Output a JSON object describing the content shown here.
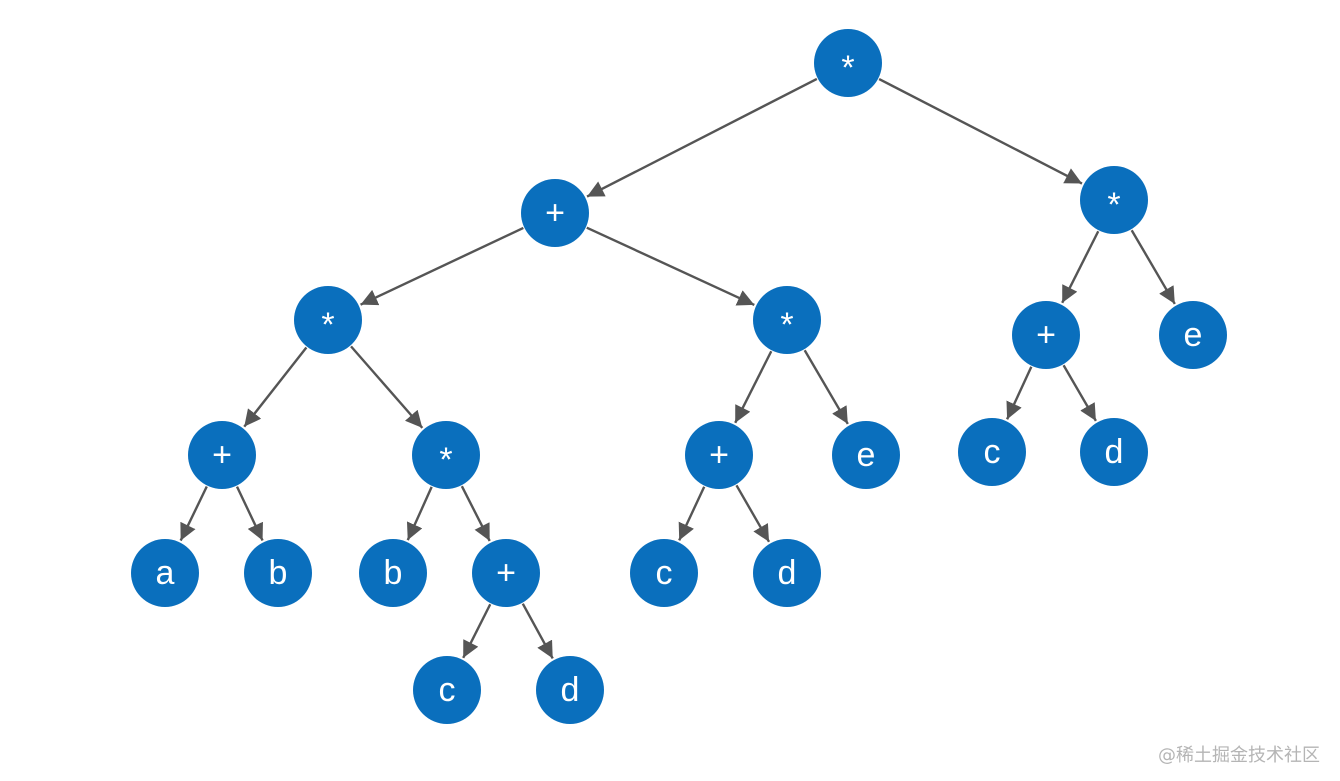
{
  "colors": {
    "node_fill": "#0a6fbd",
    "edge": "#555555",
    "label": "#ffffff"
  },
  "tree": {
    "label": "*",
    "children": [
      {
        "label": "+",
        "children": [
          {
            "label": "*",
            "children": [
              {
                "label": "+",
                "children": [
                  {
                    "label": "a"
                  },
                  {
                    "label": "b"
                  }
                ]
              },
              {
                "label": "*",
                "children": [
                  {
                    "label": "b"
                  },
                  {
                    "label": "+",
                    "children": [
                      {
                        "label": "c"
                      },
                      {
                        "label": "d"
                      }
                    ]
                  }
                ]
              }
            ]
          },
          {
            "label": "*",
            "children": [
              {
                "label": "+",
                "children": [
                  {
                    "label": "c"
                  },
                  {
                    "label": "d"
                  }
                ]
              },
              {
                "label": "e"
              }
            ]
          }
        ]
      },
      {
        "label": "*",
        "children": [
          {
            "label": "+",
            "children": [
              {
                "label": "c"
              },
              {
                "label": "d"
              }
            ]
          },
          {
            "label": "e"
          }
        ]
      }
    ]
  },
  "watermark": "@稀土掘金技术社区"
}
